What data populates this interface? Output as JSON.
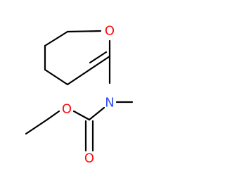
{
  "molecule": {
    "atoms": {
      "ring_oxygen": {
        "symbol": "O",
        "color": "#ff0d0d"
      },
      "nitrogen": {
        "symbol": "N",
        "color": "#3050f8"
      },
      "ester_oxygen": {
        "symbol": "O",
        "color": "#ff0d0d"
      },
      "carbonyl_oxygen": {
        "symbol": "O",
        "color": "#ff0d0d"
      }
    },
    "bond_color": "#000000"
  }
}
